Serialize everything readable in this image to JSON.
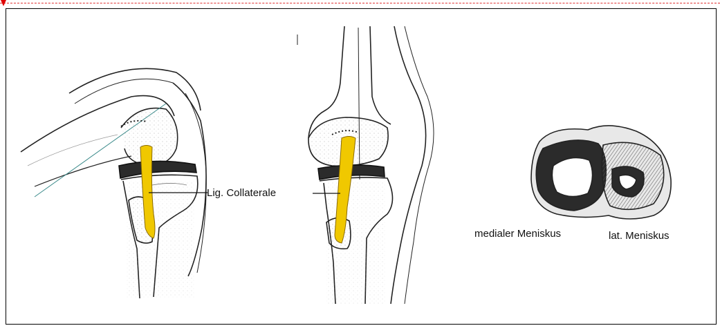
{
  "labels": {
    "collateral": "Lig. Collaterale",
    "medial_meniscus": "medialer Meniskus",
    "lateral_meniscus": "lat. Meniskus"
  },
  "colors": {
    "ligament": "#f0c800",
    "ligament_stroke": "#8a6a00",
    "meniscus": "#2b2b2b",
    "bone_stroke": "#222222",
    "accent_line": "#3a8a8a",
    "dash_marker": "#e00000"
  }
}
